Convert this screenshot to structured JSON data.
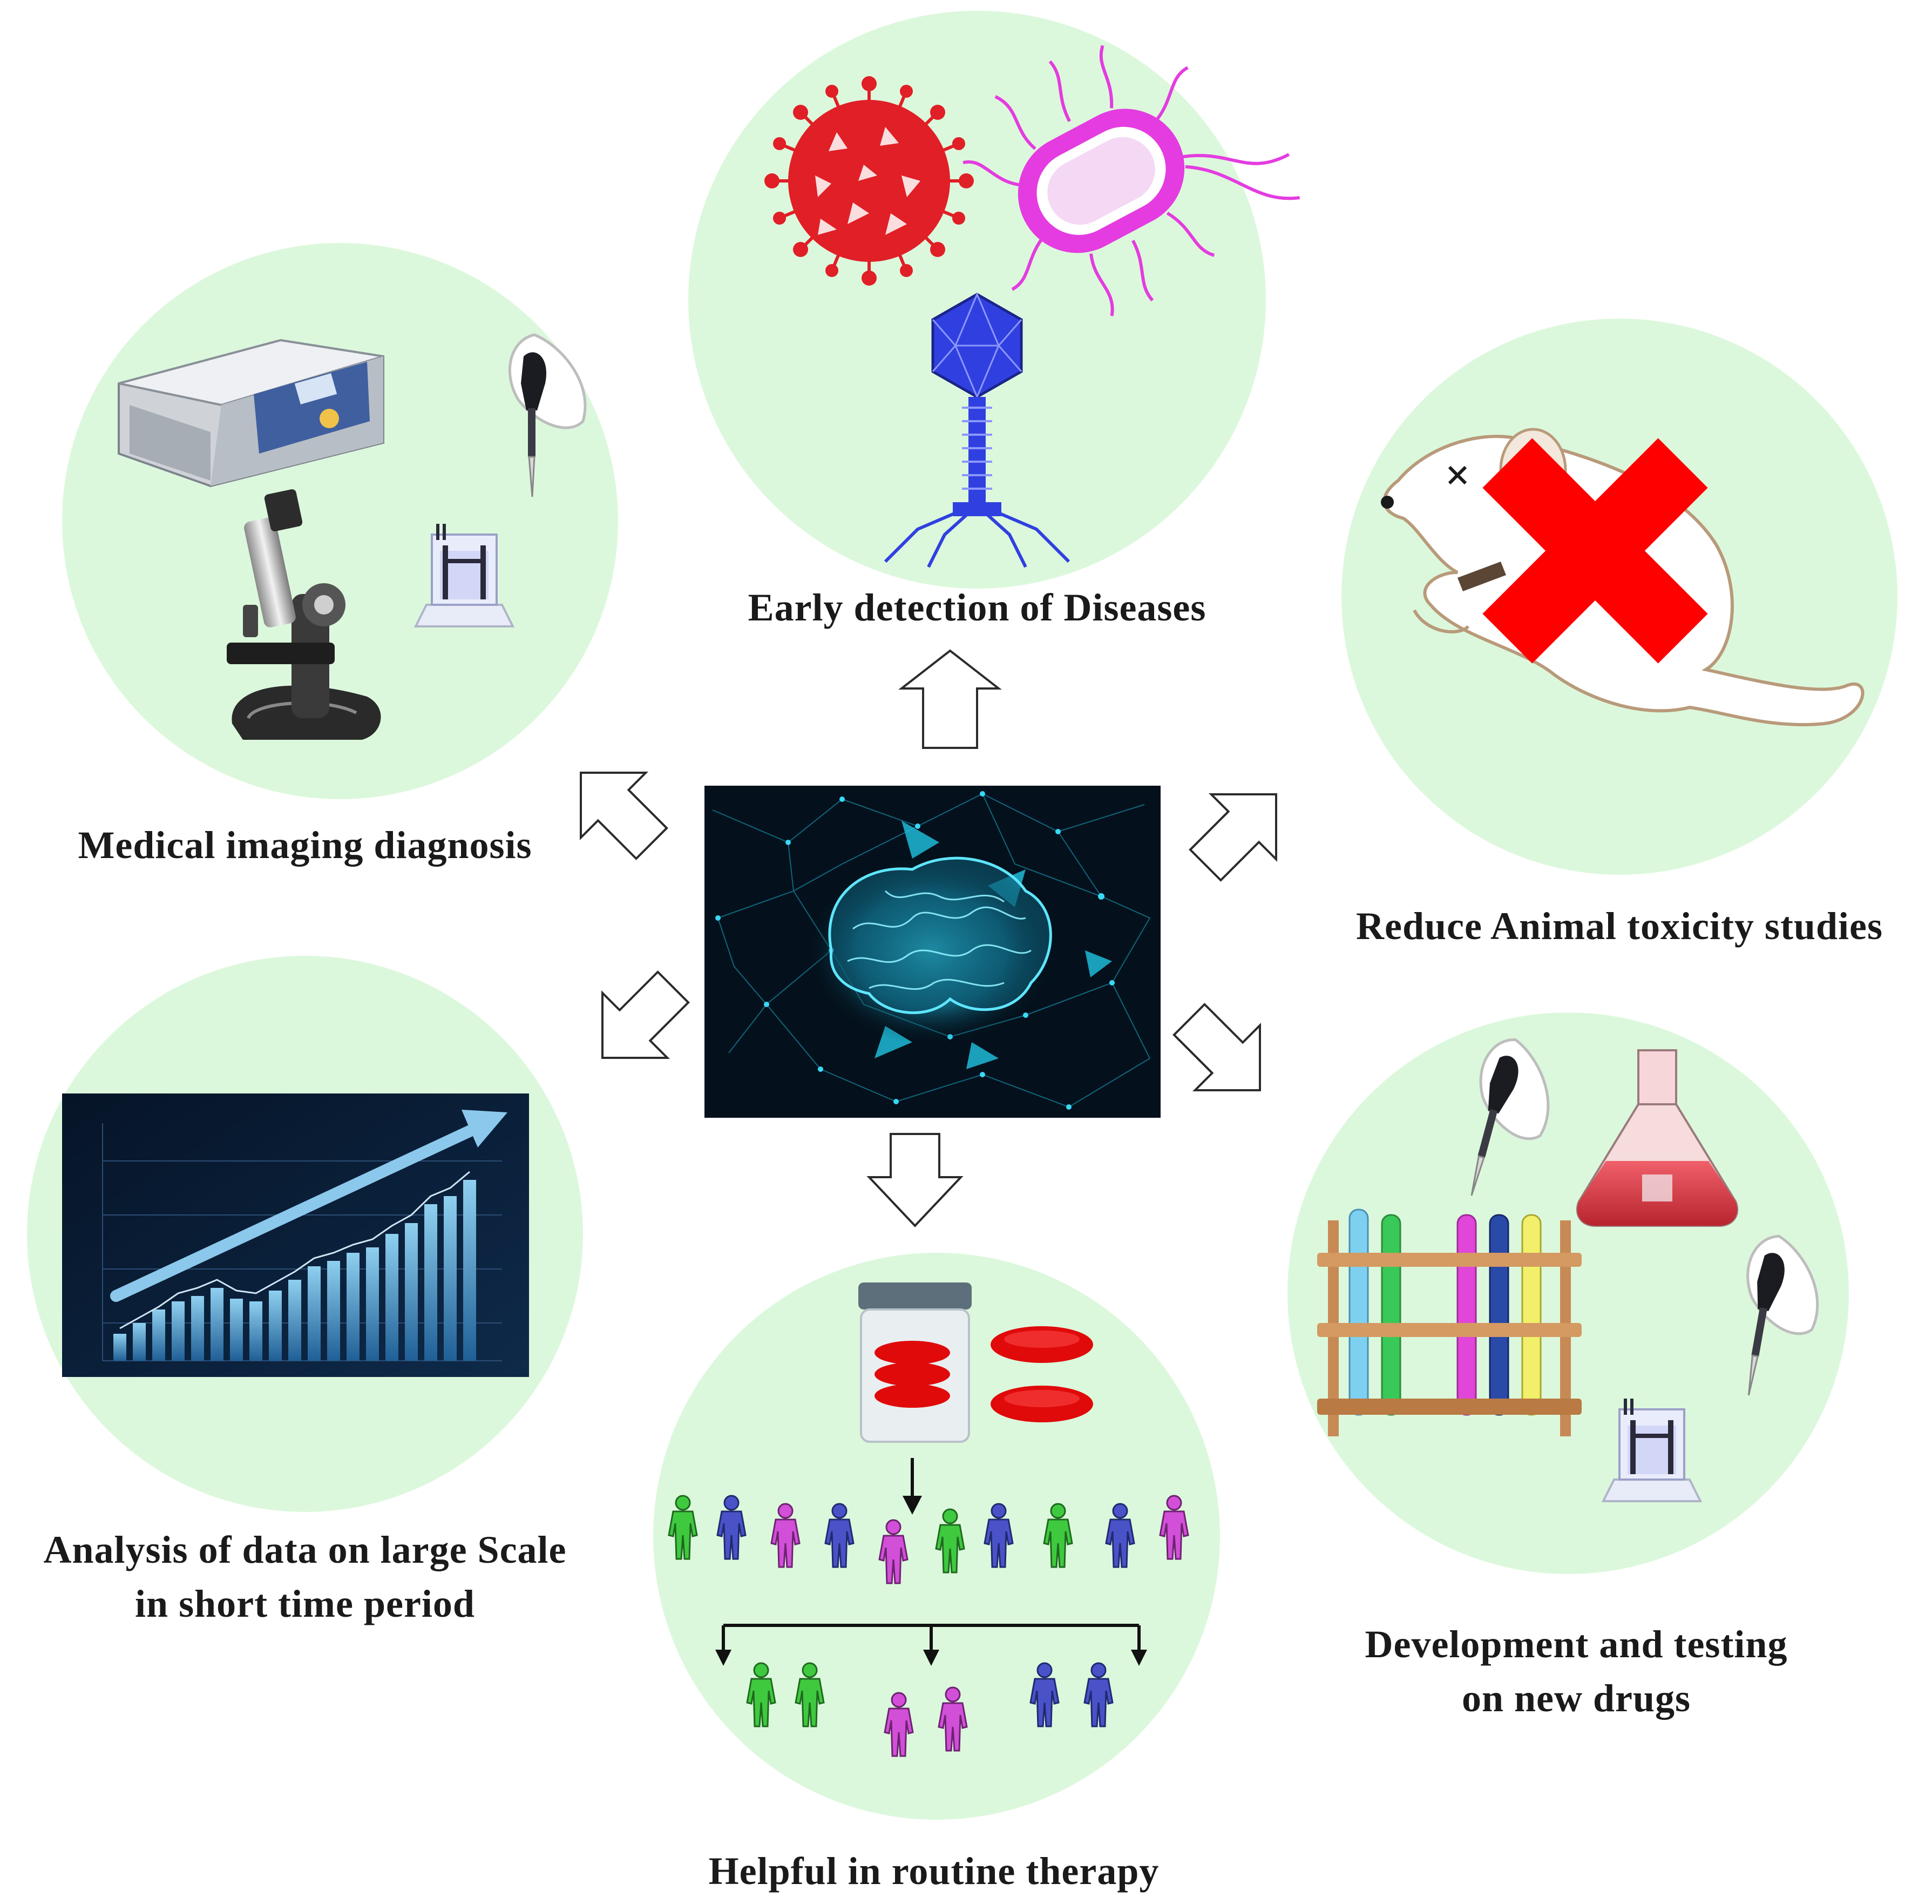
{
  "colors": {
    "circle_fill": "#dcf8dc",
    "arrow_fill": "#ffffff",
    "arrow_stroke": "#2b2b2b",
    "center_bg": "#04111c",
    "network_cyan": "#21c4e4",
    "virus_red": "#e01f26",
    "bacterium_pink": "#e43ce0",
    "phage_blue": "#3040e0",
    "cross_red": "#ff0000",
    "person_green": "#3fc93f",
    "person_blue": "#4a52c8",
    "person_pink": "#d24fd8",
    "pill_red": "#e00a0a"
  },
  "captions": {
    "early_detection": "Early detection of Diseases",
    "medical_imaging": "Medical imaging diagnosis",
    "animal_toxicity": "Reduce Animal toxicity studies",
    "data_analysis_line1": "Analysis of data on large Scale",
    "data_analysis_line2": "in short time period",
    "drug_development_line1": "Development and testing",
    "drug_development_line2": "on new drugs",
    "routine_therapy": "Helpful in routine therapy"
  },
  "icons": {
    "center": "ai-brain-network-image",
    "early_detection": [
      "coronavirus-icon",
      "bacterium-icon",
      "bacteriophage-icon"
    ],
    "medical_imaging": [
      "analyzer-machine-icon",
      "microscope-icon",
      "pipette-hand-icon",
      "cuvette-icon"
    ],
    "animal_toxicity": [
      "rat-icon",
      "red-cross-icon"
    ],
    "data_analysis": [
      "rising-bar-chart-icon",
      "trend-arrow-icon"
    ],
    "drug_development": [
      "pipette-hand-icon",
      "flask-icon",
      "test-tube-rack-icon",
      "cuvette-icon"
    ],
    "routine_therapy": [
      "pill-jar-icon",
      "pill-icon",
      "people-population-icon",
      "patient-group-icon"
    ]
  },
  "population": {
    "top_row_colors": [
      "green",
      "blue",
      "pink",
      "blue",
      "pink",
      "green",
      "blue",
      "green",
      "blue",
      "pink"
    ],
    "groups": [
      "green",
      "pink",
      "blue"
    ]
  }
}
